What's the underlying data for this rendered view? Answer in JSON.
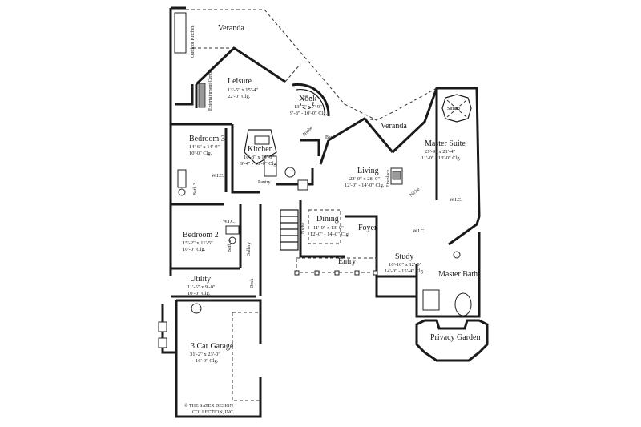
{
  "rooms": {
    "veranda_top": {
      "name": "Veranda"
    },
    "outdoor_kitchen": {
      "name": "Outdoor Kitchen"
    },
    "leisure": {
      "name": "Leisure",
      "dims": "13'-5\" x 15'-4\"",
      "clg": "22'-0\" Clg."
    },
    "entertainment_center": {
      "name": "Entertainment Center"
    },
    "nook": {
      "name": "Nook",
      "dims": "13'-7\" x 7'-9\"",
      "clg": "9'-8\" - 10'-0\" Clg."
    },
    "niche_top": {
      "name": "Niche"
    },
    "bar": {
      "name": "Bar"
    },
    "veranda_mid": {
      "name": "Veranda"
    },
    "bedroom3": {
      "name": "Bedroom 3",
      "dims": "14'-6\" x 14'-0\"",
      "clg": "10'-0\" Clg."
    },
    "kitchen": {
      "name": "Kitchen",
      "dims": "16'-3\" x 14'-6\"",
      "clg": "9'-4\" - 10'-0\" Clg."
    },
    "wic_bed3": {
      "name": "W.I.C."
    },
    "bath3": {
      "name": "Bath 3"
    },
    "pantry": {
      "name": "Pantry"
    },
    "living": {
      "name": "Living",
      "dims": "22'-0\" x 28'-0\"",
      "clg": "12'-0\" - 14'-0\" Clg."
    },
    "fireplace": {
      "name": "Fireplace"
    },
    "master_suite": {
      "name": "Master Suite",
      "dims": "29'-9\" x 21'-4\"",
      "clg": "11'-0\" - 13'-0\" Clg."
    },
    "sitting": {
      "name": "Sitting"
    },
    "wic_master": {
      "name": "W.I.C."
    },
    "niche_mid": {
      "name": "Niche"
    },
    "bedroom2": {
      "name": "Bedroom 2",
      "dims": "15'-2\" x 11'-5\"",
      "clg": "10'-0\" Clg."
    },
    "wic_bed2": {
      "name": "W.I.C."
    },
    "bath2": {
      "name": "Bath 2"
    },
    "gallery": {
      "name": "Gallery"
    },
    "dining": {
      "name": "Dining",
      "dims": "11'-0\" x 13'-0\"",
      "clg": "12'-0\" - 14'-0\" Clg."
    },
    "niche_dining": {
      "name": "Niche"
    },
    "foyer": {
      "name": "Foyer"
    },
    "wic_master2": {
      "name": "W.I.C."
    },
    "study": {
      "name": "Study",
      "dims": "16'-10\" x 12'-0\"",
      "clg": "14'-0\" - 15'-4\" Clg."
    },
    "entry": {
      "name": "Entry"
    },
    "utility": {
      "name": "Utility",
      "dims": "11'-5\" x 9'-0\"",
      "clg": "10'-0\" Clg."
    },
    "desk": {
      "name": "Desk"
    },
    "master_bath": {
      "name": "Master Bath"
    },
    "privacy_garden": {
      "name": "Privacy Garden"
    },
    "garage": {
      "name": "3 Car Garage",
      "dims": "31'-2\" x 23'-0\"",
      "clg": "16'-0\" Clg."
    }
  },
  "copyright": {
    "line1": "© THE SATER DESIGN",
    "line2": "COLLECTION, INC."
  }
}
